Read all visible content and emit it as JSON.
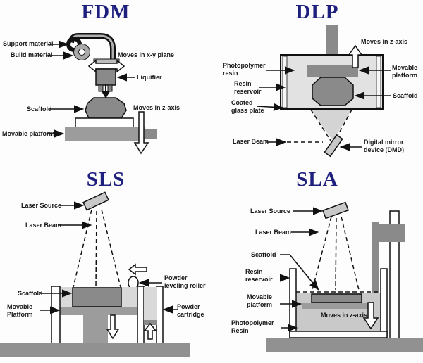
{
  "colors": {
    "bg": "#fdfdfd",
    "title_navy": "#1f1f7e",
    "dark_gray": "#8a8a8a",
    "mid_gray": "#9c9c9c",
    "light_gray": "#d9d9d9",
    "tank_gray": "#e2e2e2",
    "resin_gray": "#c9c9c9",
    "ground_gray": "#919191",
    "mirror_gray": "#c8c8c8"
  },
  "panels": {
    "fdm": {
      "title": "FDM",
      "labels": {
        "support_material": "Support material",
        "build_material": "Build material",
        "moves_xy": "Moves in x-y plane",
        "liquifier": "Liquifier",
        "scaffold": "Scaffold",
        "moves_z": "Moves in z-axis",
        "movable_platform": "Movable platform"
      }
    },
    "dlp": {
      "title": "DLP",
      "labels": {
        "moves_z": "Moves in z-axis",
        "photopolymer_resin": "Photopolymer resin",
        "resin_reservoir": "Resin reservoir",
        "coated_glass_plate": "Coated glass plate",
        "laser_beam": "Laser Beam",
        "movable_platform": "Movable platform",
        "scaffold": "Scaffold",
        "dmd": "Digital mirror device (DMD)"
      }
    },
    "sls": {
      "title": "SLS",
      "labels": {
        "laser_source": "Laser Source",
        "laser_beam": "Laser Beam",
        "scaffold": "Scaffold",
        "movable_platform": "Movable Platform",
        "powder_leveling_roller": "Powder leveling roller",
        "powder_cartridge": "Powder cartridge"
      }
    },
    "sla": {
      "title": "SLA",
      "labels": {
        "laser_source": "Laser Source",
        "laser_beam": "Laser Beam",
        "scaffold": "Scaffold",
        "resin_reservoir": "Resin reservoir",
        "movable_platform": "Movable platform",
        "photopolymer_resin": "Photopolymer Resin",
        "moves_z": "Moves in z-axis"
      }
    }
  }
}
